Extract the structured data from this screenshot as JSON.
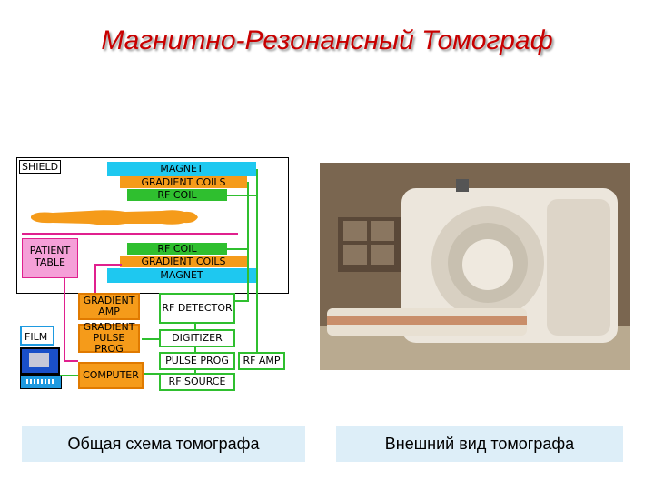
{
  "slide": {
    "title": "Магнитно-Резонансный Томограф",
    "caption_left": "Общая схема томографа",
    "caption_right": "Внешний вид томографа"
  },
  "diagram": {
    "shield": "SHIELD",
    "magnet_top": "MAGNET",
    "gradient_coils_top": "GRADIENT COILS",
    "rf_coil_top": "RF COIL",
    "rf_coil_bottom": "RF COIL",
    "gradient_coils_bottom": "GRADIENT COILS",
    "magnet_bottom": "MAGNET",
    "patient_table": "PATIENT TABLE",
    "film": "FILM",
    "gradient_amp": "GRADIENT AMP",
    "gradient_pulse_prog": "GRADIENT PULSE PROG",
    "computer": "COMPUTER",
    "rf_detector": "RF DETECTOR",
    "digitizer": "DIGITIZER",
    "pulse_prog": "PULSE PROG",
    "rf_amp": "RF AMP",
    "rf_source": "RF SOURCE"
  },
  "colors": {
    "title": "#c80000",
    "magnet": "#1ec8f0",
    "gradient_coils": "#f59b1a",
    "rf_coil": "#2fbf2f",
    "patient_table": "#f5a0d8",
    "wires_green": "#2fbf2f",
    "wires_magenta": "#e0208e",
    "caption_bg": "#ddeef8"
  }
}
